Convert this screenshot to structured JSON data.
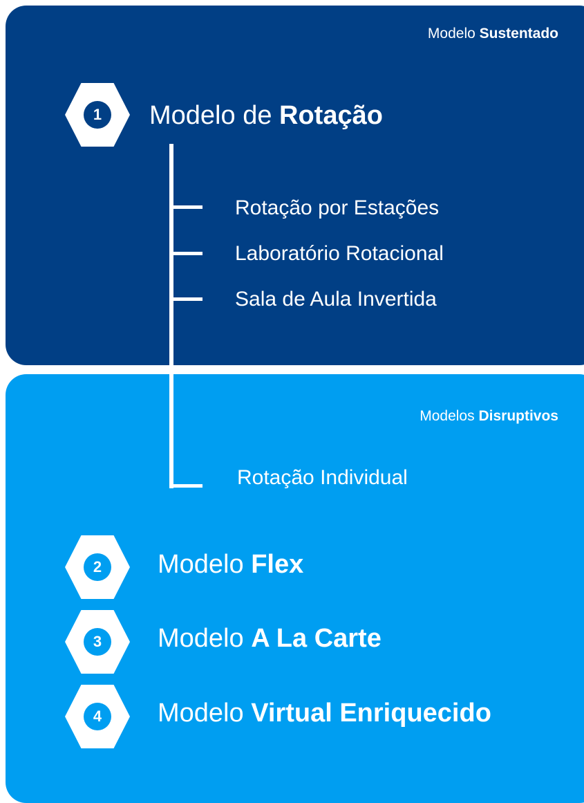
{
  "sustained": {
    "label_regular": "Modelo",
    "label_bold": "Sustentado"
  },
  "disruptive": {
    "label_regular": "Modelos",
    "label_bold": "Disruptivos"
  },
  "models": [
    {
      "number": "1",
      "prefix": "Modelo de",
      "name": "Rotação"
    },
    {
      "number": "2",
      "prefix": "Modelo",
      "name": "Flex"
    },
    {
      "number": "3",
      "prefix": "Modelo",
      "name": "A La Carte"
    },
    {
      "number": "4",
      "prefix": "Modelo",
      "name": "Virtual Enriquecido"
    }
  ],
  "rotation_submodels": [
    "Rotação por Estações",
    "Laboratório Rotacional",
    "Sala de Aula Invertida",
    "Rotação Individual"
  ],
  "colors": {
    "sustained_panel": "#013f85",
    "disruptive_panel": "#009ef1",
    "text": "#ffffff"
  }
}
